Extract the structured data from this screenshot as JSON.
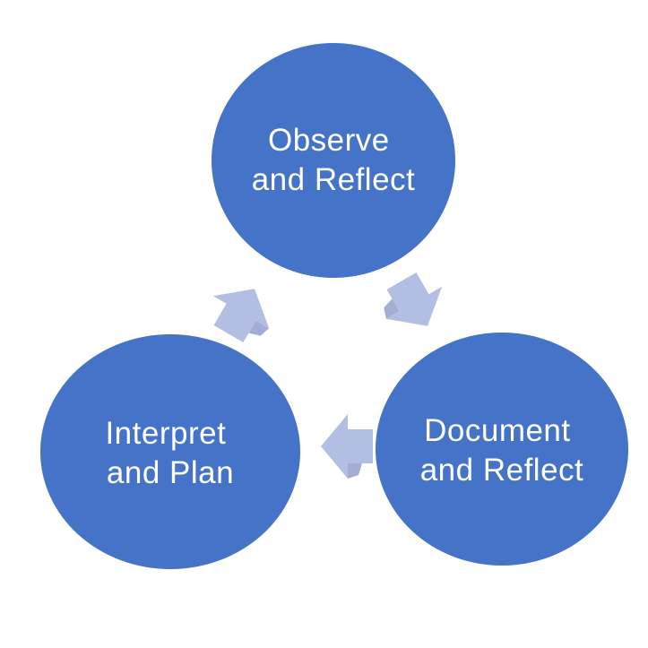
{
  "diagram": {
    "kind": "cycle-diagram",
    "direction": "clockwise",
    "background_color": "#ffffff",
    "node_fill_color": "#4573c8",
    "node_text_color": "#ffffff",
    "arrow_fill_color": "#b3bfe2",
    "arrow_fold_color": "#a3aed2",
    "nodes": [
      {
        "id": "observe",
        "position": "top",
        "label": "Observe and Reflect",
        "line1": "Observe",
        "line2": "and Reflect"
      },
      {
        "id": "document",
        "position": "bottom-right",
        "label": "Document and Reflect",
        "line1": "Document",
        "line2": "and Reflect"
      },
      {
        "id": "interpret",
        "position": "bottom-left",
        "label": "Interpret and Plan",
        "line1": "Interpret",
        "line2": "and Plan"
      }
    ],
    "arrows": [
      {
        "id": "arrow-interpret-to-observe",
        "from": "Interpret and Plan",
        "to": "Observe and Reflect",
        "points": "up-right"
      },
      {
        "id": "arrow-observe-to-document",
        "from": "Observe and Reflect",
        "to": "Document and Reflect",
        "points": "down-right"
      },
      {
        "id": "arrow-document-to-interpret",
        "from": "Document and Reflect",
        "to": "Interpret and Plan",
        "points": "left"
      }
    ]
  }
}
